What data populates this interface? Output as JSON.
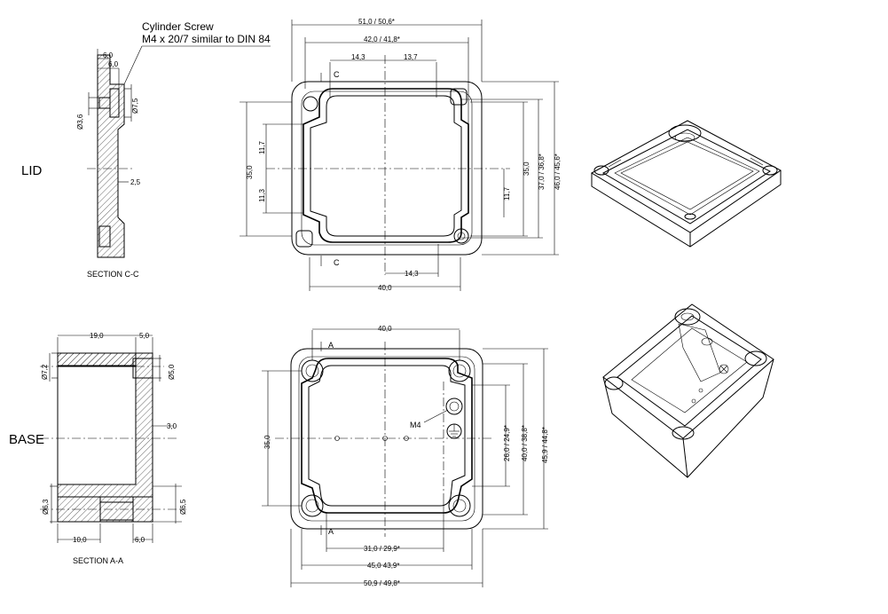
{
  "labels": {
    "lid": "LID",
    "base": "BASE",
    "section_cc": "SECTION C-C",
    "section_aa": "SECTION A-A",
    "screw_line1": "Cylinder Screw",
    "screw_line2": "M4 x 20/7 similar to DIN 84",
    "section_mark_c": "C",
    "section_mark_a": "A",
    "m4": "M4"
  },
  "dims": {
    "lid_sec_6a": "6,0",
    "lid_sec_6b": "6,0",
    "lid_sec_d36": "Ø3,6",
    "lid_sec_d75": "Ø7,5",
    "lid_sec_25": "2,5",
    "lid_w_outer": "51,0 / 50,6*",
    "lid_w_inner": "42,0 / 41,8*",
    "lid_143_top": "14,3",
    "lid_137": "13,7",
    "lid_117_left": "11,7",
    "lid_113": "11,3",
    "lid_35_left": "35,0",
    "lid_117_right": "11,7",
    "lid_35_right": "35,0",
    "lid_37": "37,0 / 36,8*",
    "lid_46": "46,0 / 45,6*",
    "lid_143_bottom": "14,3",
    "lid_40": "40,0",
    "base_sec_19": "19,0",
    "base_sec_5": "5,0",
    "base_sec_d72": "Ø7,2",
    "base_sec_d5": "Ø5,0",
    "base_sec_3": "3,0",
    "base_sec_d63": "Ø6,3",
    "base_sec_d65": "Ø6,5",
    "base_sec_10": "10,0",
    "base_sec_6": "6,0",
    "base_40_top": "40,0",
    "base_35_left": "35,0",
    "base_26": "26,0 / 24,9*",
    "base_40_right": "40,0 / 38,8*",
    "base_459": "45,9 / 44,8*",
    "base_31": "31,0 / 29,9*",
    "base_45": "45,0 43,9*",
    "base_509": "50,9 / 49,8*"
  }
}
